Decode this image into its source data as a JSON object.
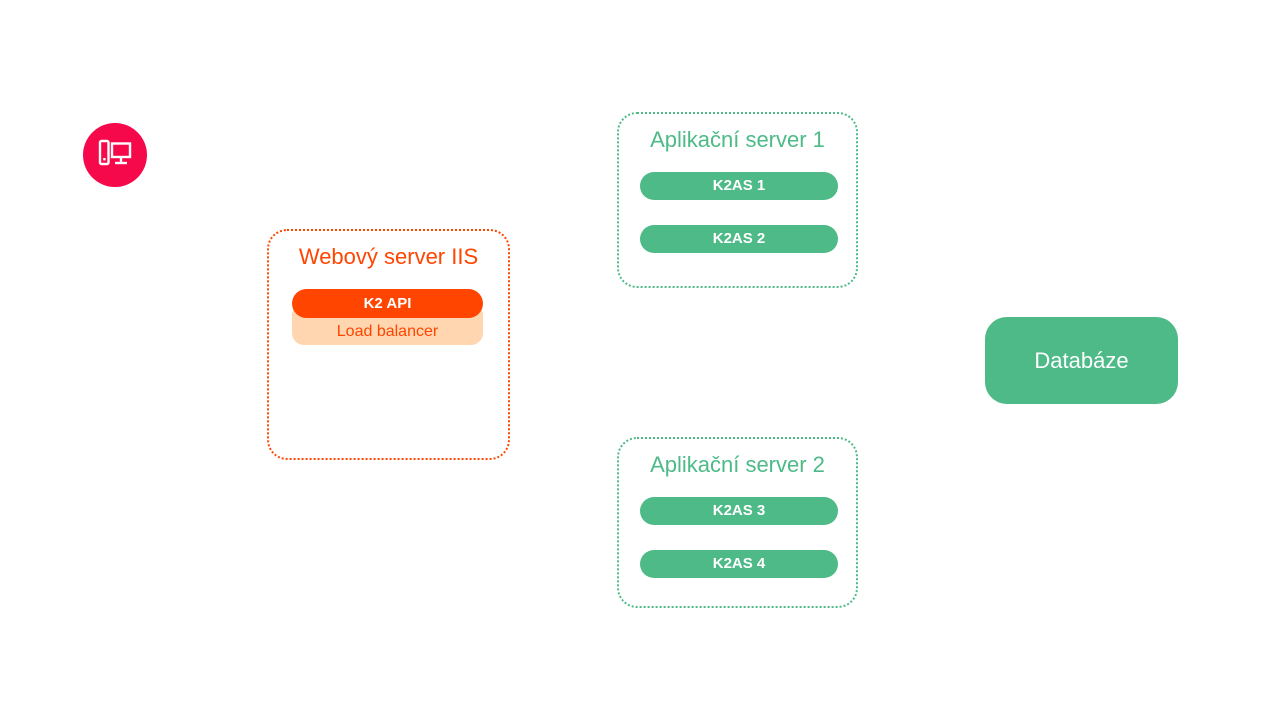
{
  "colors": {
    "client_pink": "#f5094a",
    "web_orange": "#ff4500",
    "load_balancer_peach": "#ffd6b0",
    "app_green": "#4dba87",
    "pill_text": "#ffffff",
    "background": "#ffffff"
  },
  "client": {
    "icon": "desktop-computer-icon"
  },
  "web_server": {
    "title": "Webový server IIS",
    "api_label": "K2 API",
    "load_balancer_label": "Load balancer"
  },
  "app_server_1": {
    "title": "Aplikační server 1",
    "nodes": [
      {
        "label": "K2AS 1"
      },
      {
        "label": "K2AS 2"
      }
    ]
  },
  "app_server_2": {
    "title": "Aplikační server 2",
    "nodes": [
      {
        "label": "K2AS 3"
      },
      {
        "label": "K2AS 4"
      }
    ]
  },
  "database": {
    "label": "Databáze"
  }
}
